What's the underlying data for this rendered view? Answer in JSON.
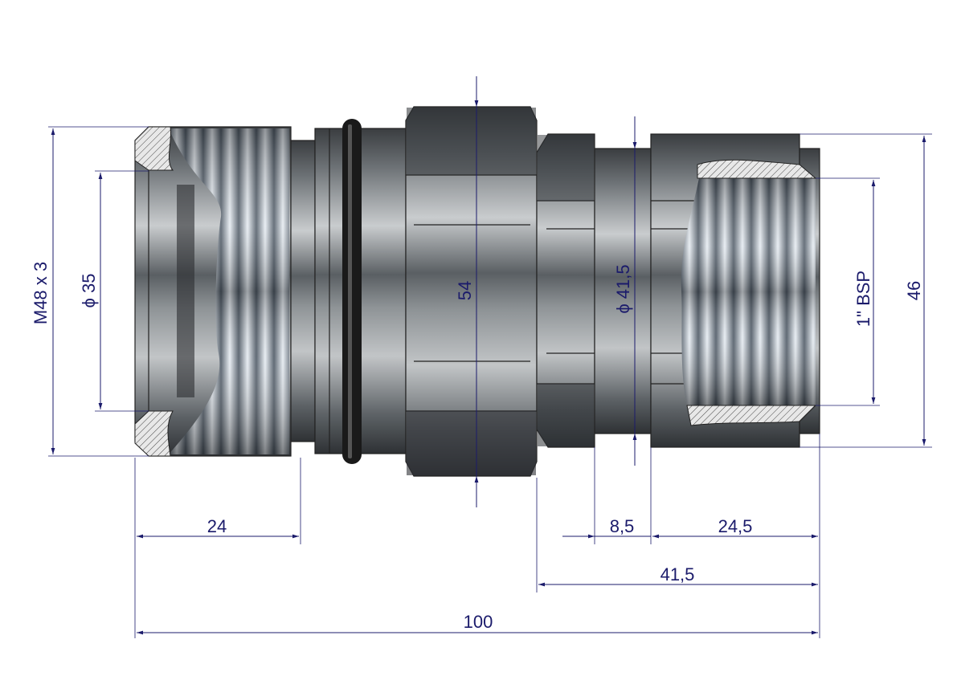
{
  "drawing": {
    "title": "Quick coupling technical drawing",
    "colors": {
      "dimension": "#1b1b6b",
      "outline": "#222222"
    },
    "dimensions": {
      "thread_left": "M48 x 3",
      "bore_left": "ϕ 35",
      "hex_size": "54",
      "sleeve_diameter": "ϕ 41,5",
      "thread_right": "1\" BSP",
      "outer_diameter_right": "46",
      "length_left": "24",
      "length_sleeve": "8,5",
      "length_nut": "24,5",
      "length_right_assembly": "41,5",
      "total_length": "100"
    }
  }
}
